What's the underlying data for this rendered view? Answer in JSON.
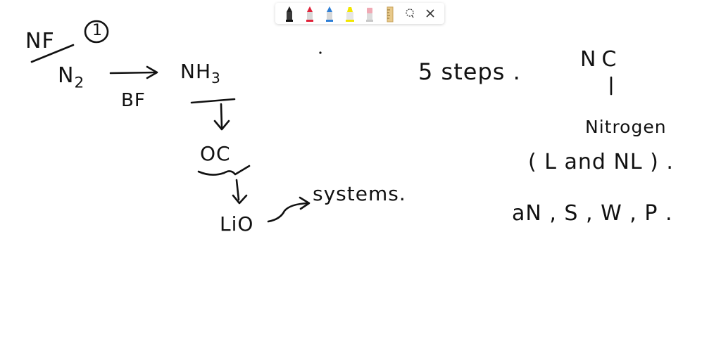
{
  "toolbar": {
    "tools": [
      {
        "icon": "black-pen-icon",
        "color": "#222222"
      },
      {
        "icon": "red-pen-icon",
        "color": "#e0243a"
      },
      {
        "icon": "blue-pen-icon",
        "color": "#2f7fd6"
      },
      {
        "icon": "highlighter-icon",
        "color": "#f2e600"
      },
      {
        "icon": "eraser-icon",
        "color": "#f0a9b4"
      },
      {
        "icon": "ruler-icon",
        "color": "#e8c98a"
      },
      {
        "icon": "lasso-icon"
      },
      {
        "icon": "close-icon"
      }
    ]
  },
  "notes": {
    "nf": "NF",
    "circle_num": "1",
    "n2_base": "N",
    "n2_sub": "2",
    "nh3_base": "NH",
    "nh3_sub": "3",
    "bf": "BF",
    "oc": "OC",
    "lio": "LiO",
    "systems": "systems.",
    "five_steps": "5 steps .",
    "nc": "NC",
    "nitrogen": "Nitrogen",
    "l_and_nl": "( L and NL ) .",
    "an_list": "aN , S , W , P ."
  },
  "ink_color": "#111111"
}
